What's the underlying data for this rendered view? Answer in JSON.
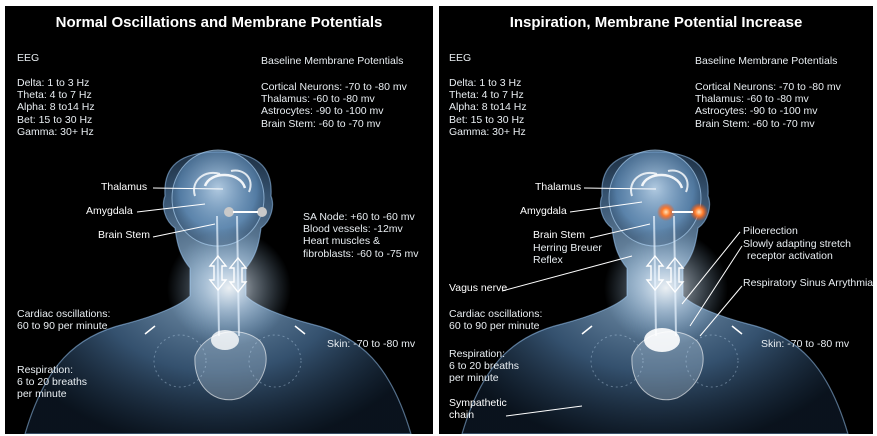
{
  "left": {
    "title": "Normal Oscillations and Membrane Potentials",
    "eeg_header": "EEG",
    "eeg": [
      "Delta: 1 to 3 Hz",
      "Theta: 4 to 7 Hz",
      "Alpha: 8 to14 Hz",
      "Bet: 15 to 30 Hz",
      "Gamma: 30+ Hz"
    ],
    "baseline_header": "Baseline Membrane Potentials",
    "baseline": [
      "Cortical Neurons: -70 to -80 mv",
      "Thalamus: -60 to -80 mv",
      "Astrocytes: -90 to -100 mv",
      "Brain Stem: -60 to -70 mv"
    ],
    "thalamus": "Thalamus",
    "amygdala": "Amygdala",
    "brain_stem": "Brain Stem",
    "sa_node": [
      "SA Node: +60 to -60 mv",
      "Blood vessels: -12mv",
      "Heart muscles &",
      "fibroblasts: -60 to -75 mv"
    ],
    "cardiac": [
      "Cardiac oscillations:",
      "60 to 90 per minute"
    ],
    "respiration": [
      "Respiration:",
      "6 to 20 breaths",
      "per minute"
    ],
    "skin": "Skin: -70 to -80 mv"
  },
  "right": {
    "title": "Inspiration, Membrane Potential Increase",
    "eeg_header": "EEG",
    "eeg": [
      "Delta: 1 to 3 Hz",
      "Theta: 4 to 7 Hz",
      "Alpha: 8 to14 Hz",
      "Bet: 15 to 30 Hz",
      "Gamma: 30+ Hz"
    ],
    "baseline_header": "Baseline Membrane Potentials",
    "baseline": [
      "Cortical Neurons: -70 to -80 mv",
      "Thalamus: -60 to -80 mv",
      "Astrocytes: -90 to -100 mv",
      "Brain Stem: -60 to -70 mv"
    ],
    "thalamus": "Thalamus",
    "amygdala": "Amygdala",
    "brain_stem": "Brain Stem",
    "herring": [
      "Herring Breuer",
      "Reflex"
    ],
    "piloerection": "Piloerection",
    "stretch": [
      "Slowly adapting stretch",
      "receptor activation"
    ],
    "rsa": "Respiratory Sinus Arrythmia",
    "vagus": "Vagus nerve",
    "cardiac": [
      "Cardiac oscillations:",
      "60 to 90 per minute"
    ],
    "respiration": [
      "Respiration:",
      "6 to 20 breaths",
      "per minute"
    ],
    "skin": "Skin: -70 to -80 mv",
    "sympathetic": [
      "Sympathetic",
      "chain"
    ]
  },
  "colors": {
    "background": "#000000",
    "body_glow": "#8fc4f2",
    "eye_glow": "#ff7a2a"
  }
}
